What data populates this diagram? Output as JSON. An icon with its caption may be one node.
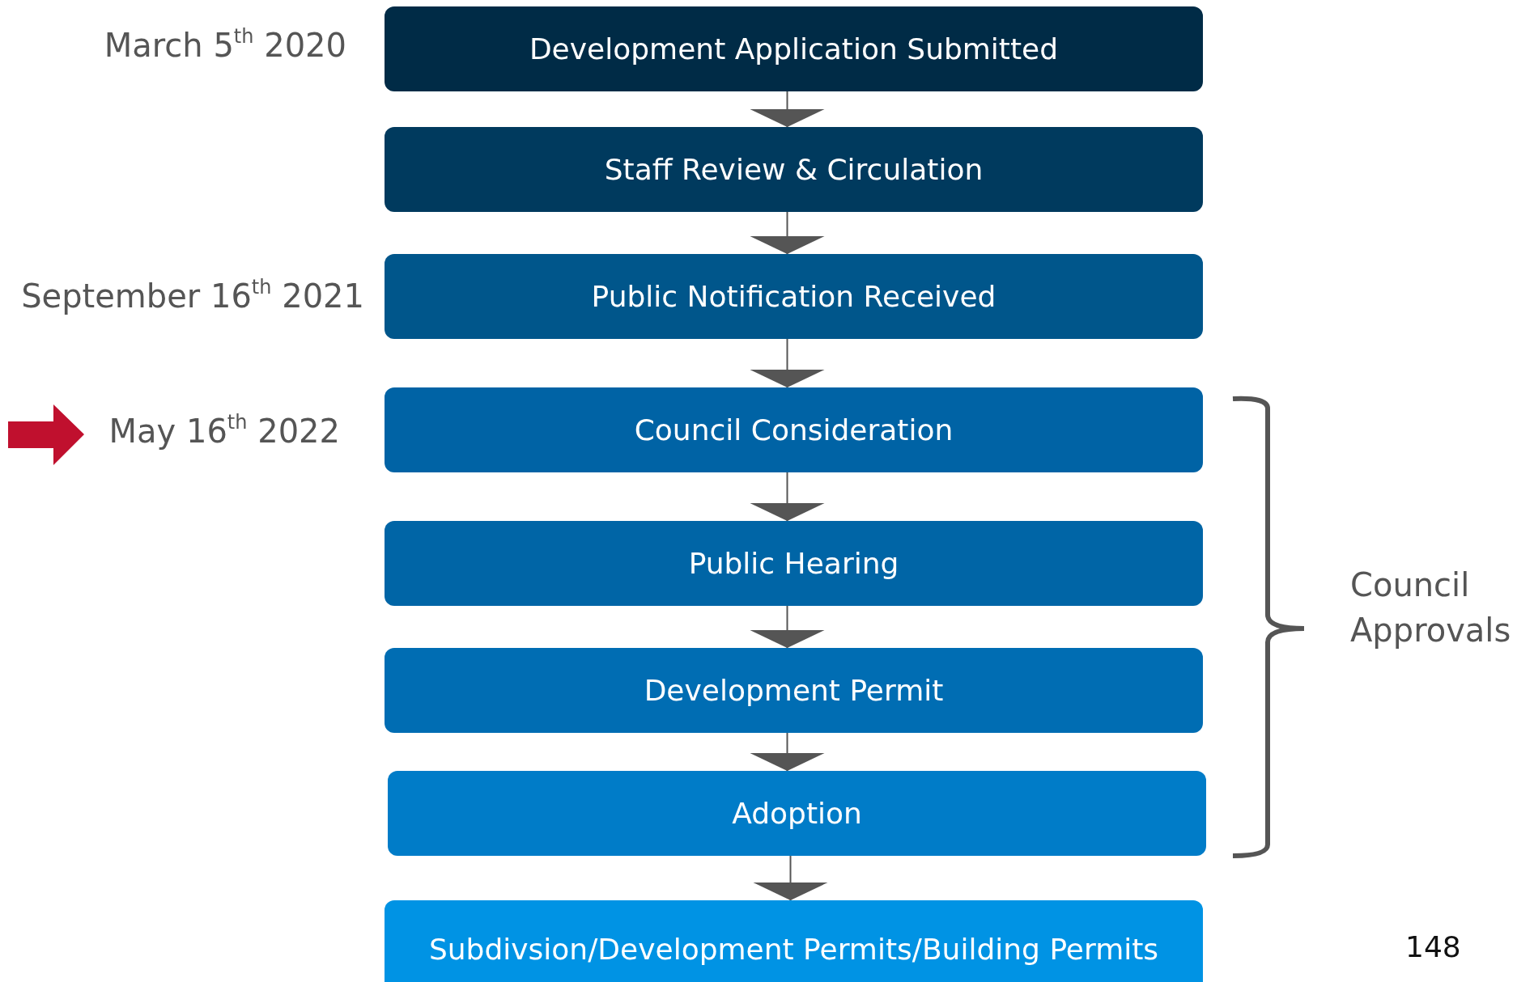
{
  "diagram": {
    "nodes": [
      {
        "text": [
          "Development Application Submitted"
        ],
        "beside": [
          "March 5$^{th}$ 2020"
        ]
      },
      {
        "text": [
          "Staff Review & Circulation"
        ]
      },
      {
        "text": [
          "Public Notification Received"
        ],
        "beside": [
          "September 16$^{th}$ 2021"
        ]
      },
      {
        "text": [
          "Council Consideration"
        ],
        "beside": [
          "May 16$^{th}$ 2022"
        ]
      },
      {
        "text": [
          "Public Hearing"
        ]
      },
      {
        "text": [
          "Development Permit"
        ]
      },
      {
        "text": [
          "Adoption"
        ]
      },
      {
        "text": [
          "Subdivsion/Development Permits/Building Permits"
        ]
      }
    ],
    "edges": [
      {
        "from": 0,
        "to": 1,
        "arrow": "to"
      },
      {
        "from": 1,
        "to": 2,
        "arrow": "to"
      },
      {
        "from": 2,
        "to": 3,
        "arrow": "to"
      },
      {
        "from": 3,
        "to": 4,
        "arrow": "to"
      },
      {
        "from": 4,
        "to": 5,
        "arrow": "to"
      },
      {
        "from": 5,
        "to": 6,
        "arrow": "to"
      },
      {
        "from": 6,
        "to": 7,
        "arrow": "to"
      }
    ],
    "labels": [
      "Council Approvals",
      "148"
    ]
  }
}
